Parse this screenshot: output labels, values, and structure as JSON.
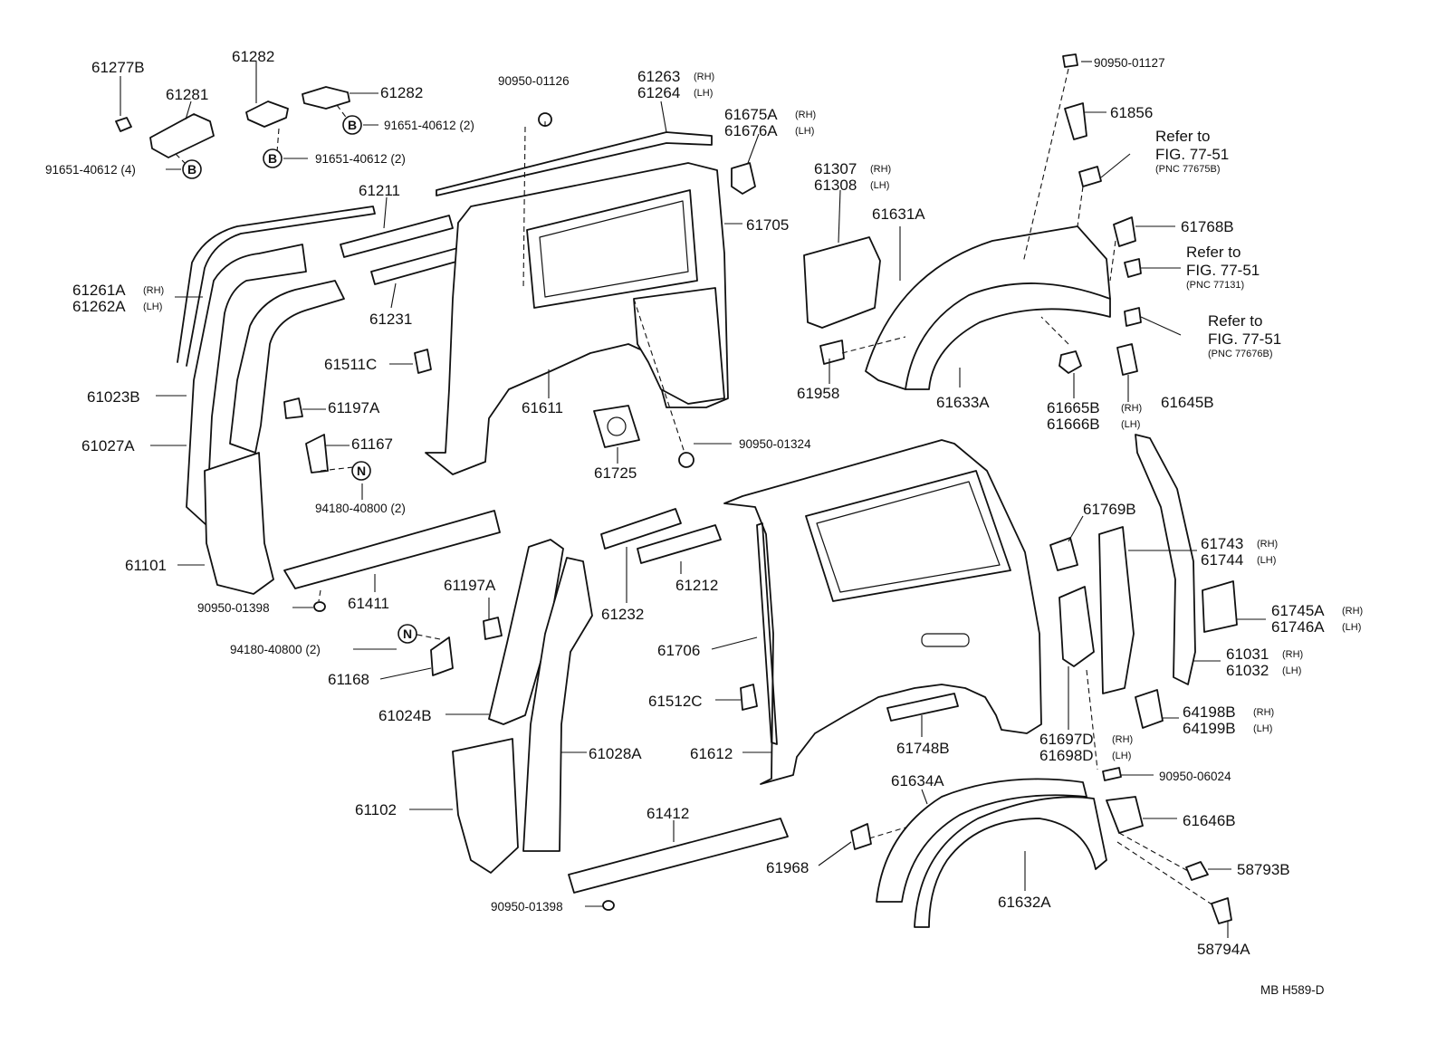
{
  "labels": {
    "p61277B": "61277B",
    "p61281": "61281",
    "p61282a": "61282",
    "p61282b": "61282",
    "b_91651_4": "91651-40612 (4)",
    "b_91651_2a": "91651-40612 (2)",
    "b_91651_2b": "91651-40612 (2)",
    "p90950_01126": "90950-01126",
    "p61263": "61263",
    "p61264": "61264",
    "p61675A": "61675A",
    "p61676A": "61676A",
    "p61211": "61211",
    "p61231": "61231",
    "p61261A": "61261A",
    "p61262A": "61262A",
    "p61705": "61705",
    "p61307": "61307",
    "p61308": "61308",
    "p61631A": "61631A",
    "p90950_01127": "90950-01127",
    "p61856": "61856",
    "p61768B": "61768B",
    "p61511C": "61511C",
    "p61023B": "61023B",
    "p61197A_a": "61197A",
    "p61611": "61611",
    "p61958": "61958",
    "p61633A": "61633A",
    "p61665B": "61665B",
    "p61666B": "61666B",
    "p61645B": "61645B",
    "p61027A": "61027A",
    "p61167": "61167",
    "p90950_01324": "90950-01324",
    "p61725": "61725",
    "n_94180_a": "94180-40800 (2)",
    "p61101": "61101",
    "p61411": "61411",
    "p90950_01398a": "90950-01398",
    "p61197A_b": "61197A",
    "p61232": "61232",
    "p61212": "61212",
    "p61769B": "61769B",
    "p61743": "61743",
    "p61744": "61744",
    "n_94180_b": "94180-40800 (2)",
    "p61168": "61168",
    "p61706": "61706",
    "p61745A": "61745A",
    "p61746A": "61746A",
    "p61031": "61031",
    "p61032": "61032",
    "p61024B": "61024B",
    "p61512C": "61512C",
    "p64198B": "64198B",
    "p64199B": "64199B",
    "p61028A": "61028A",
    "p61612": "61612",
    "p61748B": "61748B",
    "p61697D": "61697D",
    "p61698D": "61698D",
    "p90950_06024": "90950-06024",
    "p61634A": "61634A",
    "p61102": "61102",
    "p61412": "61412",
    "p61646B": "61646B",
    "p61968": "61968",
    "p58793B": "58793B",
    "p61632A": "61632A",
    "p90950_01398b": "90950-01398",
    "p58794A": "58794A",
    "rh": "(RH)",
    "lh": "(LH)",
    "refer_to": "Refer to",
    "fig": "FIG. 77-51",
    "pnc_77675B": "(PNC 77675B)",
    "pnc_77131": "(PNC 77131)",
    "pnc_77676B": "(PNC 77676B)",
    "badge_b": "B",
    "badge_n": "N",
    "drawing_code": "MB  H589-D"
  }
}
